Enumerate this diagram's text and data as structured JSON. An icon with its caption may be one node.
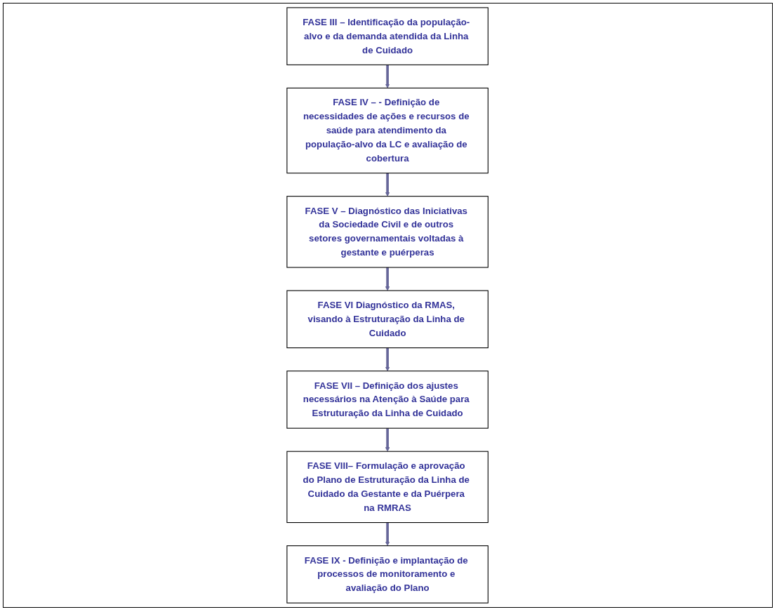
{
  "diagram": {
    "nodes": [
      {
        "text": [
          "FASE III – Identificação da população- alvo e da demanda atendida da Linha de Cuidado"
        ]
      },
      {
        "text": [
          "FASE IV – - Definição de necessidades de ações e recursos de saúde para atendimento da população-alvo da LC e avaliação de cobertura"
        ]
      },
      {
        "text": [
          "FASE V – Diagnóstico das Iniciativas da Sociedade Civil e de outros setores governamentais voltadas à gestante e puérperas"
        ]
      },
      {
        "text": [
          "FASE VI Diagnóstico da RMAS, visando à Estruturação da Linha de Cuidado"
        ]
      },
      {
        "text": [
          "FASE VII – Definição dos ajustes necessários na Atenção à Saúde para Estruturação da Linha de Cuidado"
        ]
      },
      {
        "text": [
          "FASE VIII– Formulação e aprovação do Plano de Estruturação da Linha de Cuidado da Gestante e da Puérpera na RMRAS"
        ]
      },
      {
        "text": [
          "FASE IX - Definição e implantação de processos de monitoramento e avaliação do Plano"
        ]
      }
    ],
    "edges": [
      {
        "from": 0,
        "to": 1,
        "arrow": "to"
      },
      {
        "from": 1,
        "to": 2,
        "arrow": "to"
      },
      {
        "from": 2,
        "to": 3,
        "arrow": "to"
      },
      {
        "from": 3,
        "to": 4,
        "arrow": "to"
      },
      {
        "from": 4,
        "to": 5,
        "arrow": "to"
      },
      {
        "from": 5,
        "to": 6,
        "arrow": "to"
      }
    ]
  }
}
